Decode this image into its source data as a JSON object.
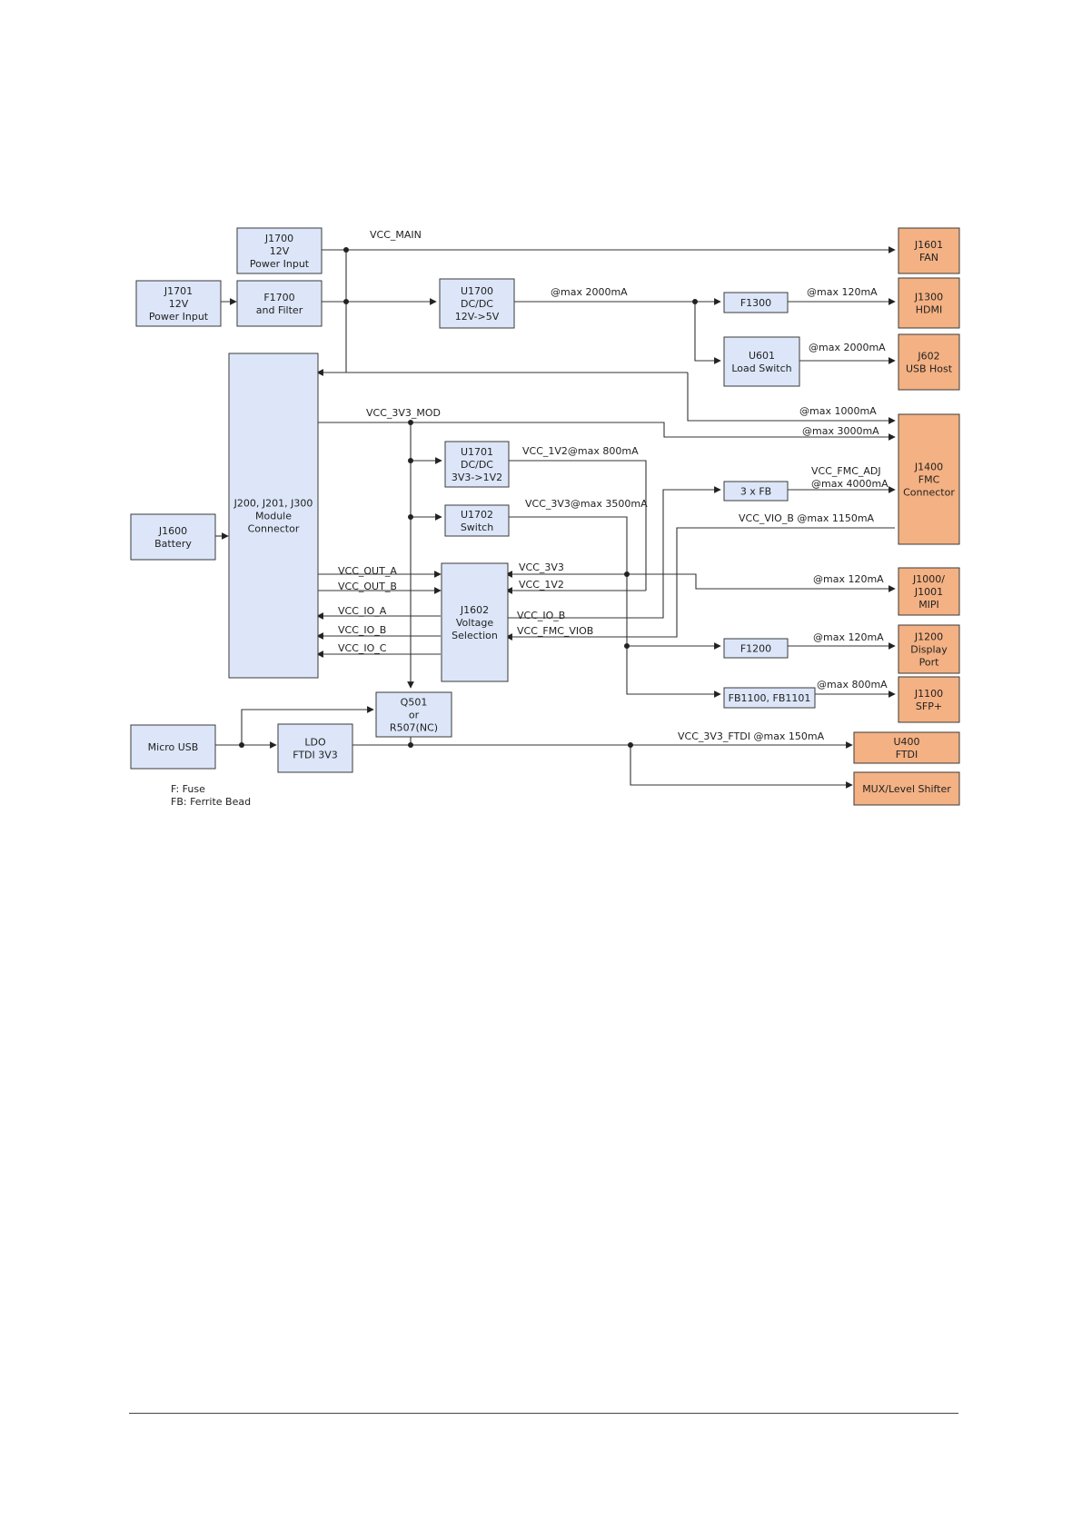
{
  "blocks": {
    "j1700": [
      "J1700",
      "12V",
      "Power Input"
    ],
    "j1701": [
      "J1701",
      "12V",
      "Power Input"
    ],
    "f1700": [
      "F1700",
      "and Filter"
    ],
    "u1700": [
      "U1700",
      "DC/DC",
      "12V->5V"
    ],
    "f1300": [
      "F1300"
    ],
    "u601": [
      "U601",
      "Load Switch"
    ],
    "module": [
      "J200, J201, J300",
      "Module",
      "Connector"
    ],
    "j1600": [
      "J1600",
      "Battery"
    ],
    "u1701": [
      "U1701",
      "DC/DC",
      "3V3->1V2"
    ],
    "u1702": [
      "U1702",
      "Switch"
    ],
    "j1602": [
      "J1602",
      "Voltage",
      "Selection"
    ],
    "fb3": [
      "3 x FB"
    ],
    "f1200": [
      "F1200"
    ],
    "fb1100": [
      "FB1100, FB1101"
    ],
    "q501": [
      "Q501",
      "or",
      "R507(NC)"
    ],
    "ldo": [
      "LDO",
      "FTDI 3V3"
    ],
    "microusb": [
      "Micro USB"
    ],
    "j1601": [
      "J1601",
      "FAN"
    ],
    "j1300": [
      "J1300",
      "HDMI"
    ],
    "j602": [
      "J602",
      "USB Host"
    ],
    "j1400": [
      "J1400",
      "FMC",
      "Connector"
    ],
    "j1000": [
      "J1000/",
      "J1001",
      "MIPI"
    ],
    "j1200": [
      "J1200",
      "Display",
      "Port"
    ],
    "j1100": [
      "J1100",
      "SFP+"
    ],
    "u400": [
      "U400",
      "FTDI"
    ],
    "mux": [
      "MUX/Level Shifter"
    ]
  },
  "labels": {
    "vcc_main": "VCC_MAIN",
    "max2000_u1700": "@max 2000mA",
    "max120_hdmi": "@max 120mA",
    "max2000_usb": "@max 2000mA",
    "max1000": "@max 1000mA",
    "vcc_3v3_mod": "VCC_3V3_MOD",
    "max3000": "@max 3000mA",
    "vcc_1v2_out": "VCC_1V2@max 800mA",
    "vcc_fmc_adj": "VCC_FMC_ADJ",
    "max4000": "@max 4000mA",
    "vcc_3v3_out": "VCC_3V3@max 3500mA",
    "vcc_vio_b": "VCC_VIO_B @max 1150mA",
    "vcc_3v3_in": "VCC_3V3",
    "vcc_1v2_in": "VCC_1V2",
    "max120_mipi": "@max 120mA",
    "vcc_out_a": "VCC_OUT_A",
    "vcc_out_b": "VCC_OUT_B",
    "vcc_io_a": "VCC_IO_A",
    "vcc_io_b_left": "VCC_IO_B",
    "vcc_io_c": "VCC_IO_C",
    "vcc_io_b_right": "VCC_IO_B",
    "vcc_fmc_viob": "VCC_FMC_VIOB",
    "max120_dp": "@max 120mA",
    "max800_sfp": "@max 800mA",
    "vcc_3v3_ftdi": "VCC_3V3_FTDI @max 150mA"
  },
  "legend": {
    "fuse": "F: Fuse",
    "ferrite": "FB: Ferrite Bead"
  },
  "colors": {
    "block_blue": "#dce6f8",
    "block_orange": "#f4b183"
  }
}
